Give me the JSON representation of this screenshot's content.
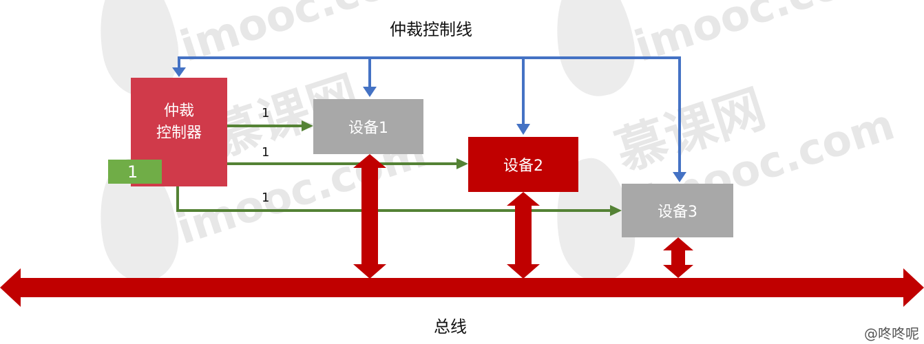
{
  "watermark": {
    "cn_text": "慕课网",
    "en_text": "imooc.com"
  },
  "diagram": {
    "arbitration_line_label": "仲裁控制线",
    "bus_label": "总线",
    "arbiter": {
      "line1": "仲裁",
      "line2": "控制器",
      "grant_value": "1"
    },
    "devices": [
      {
        "label": "设备1",
        "state": "idle"
      },
      {
        "label": "设备2",
        "state": "active"
      },
      {
        "label": "设备3",
        "state": "idle"
      }
    ],
    "grant_lines": [
      {
        "target": "设备1",
        "label": "1"
      },
      {
        "target": "设备2",
        "label": "1"
      },
      {
        "target": "设备3",
        "label": "1"
      }
    ],
    "colors": {
      "arbiter": "#d03a4a",
      "active_device": "#c00000",
      "idle_device": "#a8a8a8",
      "arbitration_line": "#4472c4",
      "grant_line": "#548235",
      "bus": "#c00000",
      "grant_box": "#70ad47"
    }
  },
  "credit": "@咚咚呢"
}
